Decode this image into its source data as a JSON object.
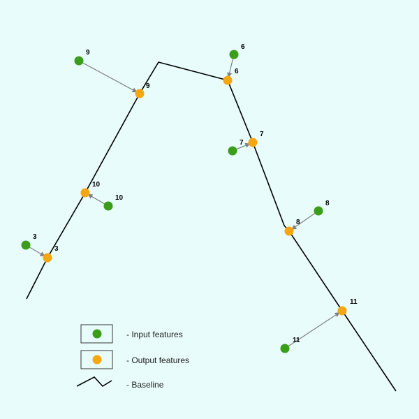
{
  "colors": {
    "background": "#e8fcfb",
    "input_feature": "#3a9e1a",
    "output_feature": "#f5a712",
    "baseline": "#000000",
    "connector": "#808080"
  },
  "features": [
    {
      "id": "9",
      "input_label": "9",
      "output_label": "9"
    },
    {
      "id": "6",
      "input_label": "6",
      "output_label": "6"
    },
    {
      "id": "7",
      "input_label": "7",
      "output_label": "7"
    },
    {
      "id": "10",
      "input_label": "10",
      "output_label": "10"
    },
    {
      "id": "8",
      "input_label": "8",
      "output_label": "8"
    },
    {
      "id": "3",
      "input_label": "3",
      "output_label": "3"
    },
    {
      "id": "11",
      "input_label": "11",
      "output_label": "11"
    }
  ],
  "legend": {
    "input_label": "- Input features",
    "output_label": "- Output features",
    "baseline_label": "- Baseline"
  }
}
